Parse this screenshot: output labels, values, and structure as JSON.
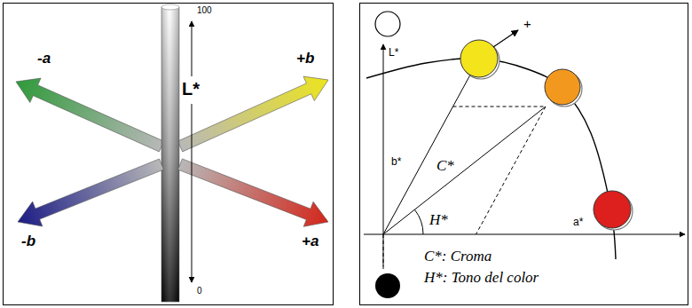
{
  "diagram": {
    "labels": [
      "100",
      "L*",
      "0",
      "-a",
      "+b",
      "-b",
      "+a",
      "L*",
      "b*",
      "+",
      "C*",
      "H*",
      "a*",
      "C*: Croma",
      "H*: Tono del color"
    ]
  }
}
